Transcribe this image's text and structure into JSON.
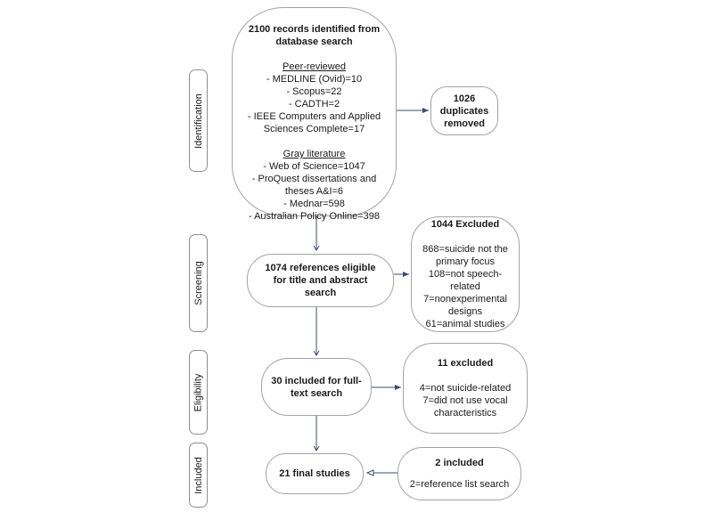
{
  "diagram": {
    "stages": [
      {
        "label": "Identification"
      },
      {
        "label": "Screening"
      },
      {
        "label": "Eligibility"
      },
      {
        "label": "Included"
      }
    ],
    "boxes": {
      "records_identified": {
        "title": "2100 records identified from database search",
        "sections": [
          {
            "heading": "Peer-reviewed",
            "items": [
              "- MEDLINE (Ovid)=10",
              "- Scopus=22",
              "- CADTH=2",
              "- IEEE Computers and Applied Sciences Complete=17"
            ]
          },
          {
            "heading": "Gray literature",
            "items": [
              "- Web of Science=1047",
              "- ProQuest dissertations and theses A&I=6",
              "- Mednar=598",
              "- Australian Policy Online=398"
            ]
          }
        ]
      },
      "duplicates_removed": {
        "title": "1026 duplicates removed"
      },
      "screening_eligible": {
        "title": "1074 references eligible for title and abstract search"
      },
      "screening_excluded": {
        "title": "1044 Excluded",
        "items": [
          "868=suicide not the primary focus",
          "108=not speech-related",
          "7=nonexperimental designs",
          "61=animal studies"
        ]
      },
      "fulltext_included": {
        "title": "30 included for full-text search"
      },
      "fulltext_excluded": {
        "title": "11 excluded",
        "items": [
          "4=not suicide-related",
          "7=did not use vocal characteristics"
        ]
      },
      "final_studies": {
        "title": "21 final studies"
      },
      "reference_included": {
        "title": "2 included",
        "items": [
          "2=reference list search"
        ]
      }
    },
    "colors": {
      "arrow": "#3e4c6d",
      "box_border": "#a3a3a3",
      "text": "#1a1a1a",
      "background": "#ffffff"
    }
  }
}
